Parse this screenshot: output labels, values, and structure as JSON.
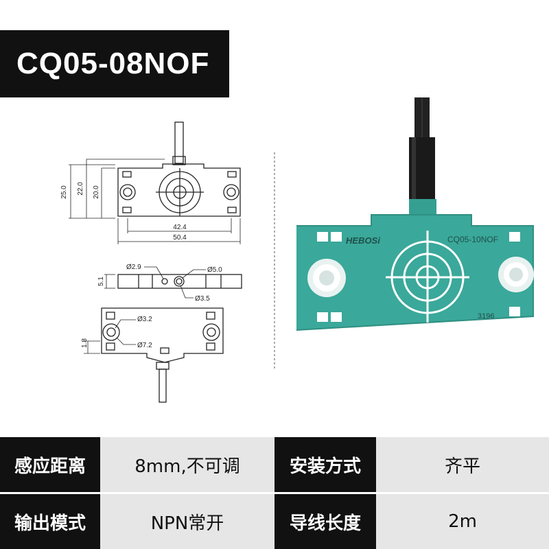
{
  "product_title": "CQ05-08NOF",
  "drawing": {
    "dim_height_25": "25.0",
    "dim_height_22": "22.0",
    "dim_height_20": "20.0",
    "dim_width_42": "42.4",
    "dim_width_50": "50.4",
    "dim_hole_2_9": "Ø2.9",
    "dim_hole_5_0": "Ø5.0",
    "dim_hole_3_5": "Ø3.5",
    "dim_thickness": "5.1",
    "dim_hole_3_2": "Ø3.2",
    "dim_hole_7_2": "Ø7.2",
    "dim_offset": "1.8"
  },
  "photo": {
    "brand": "HEBOSi",
    "model": "CQ05-10NOF",
    "serial": "3196",
    "body_color": "#3aa89a",
    "cable_color": "#1a1a1a"
  },
  "specs": [
    {
      "label": "感应距离",
      "value": "8mm,不可调"
    },
    {
      "label": "安装方式",
      "value": "齐平"
    },
    {
      "label": "输出模式",
      "value": "NPN常开"
    },
    {
      "label": "导线长度",
      "value": "2m"
    }
  ]
}
